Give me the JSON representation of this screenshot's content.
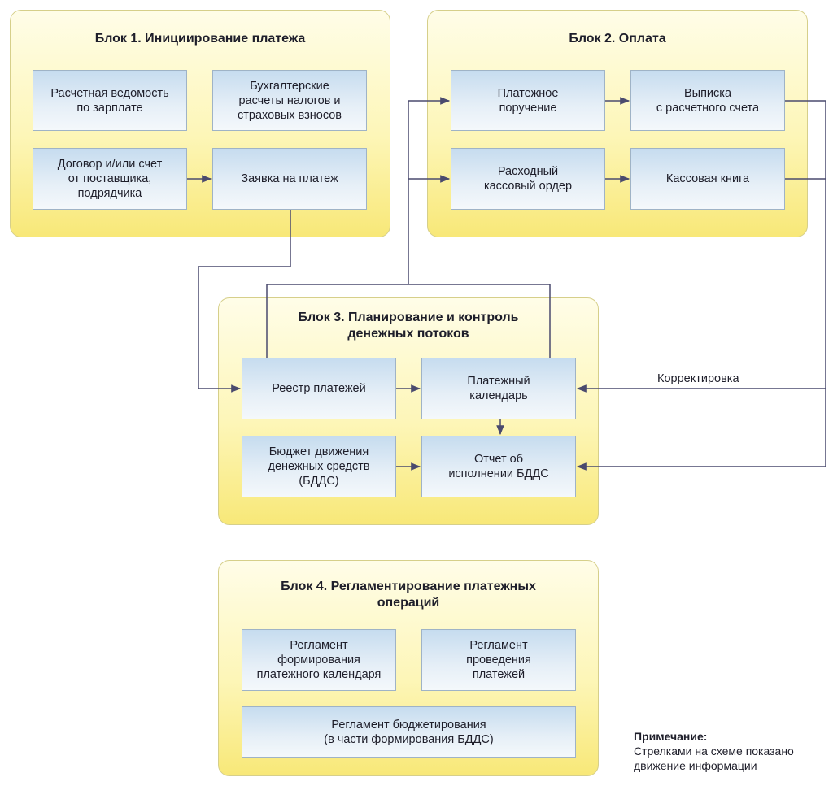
{
  "blocks": {
    "b1": {
      "title": "Блок 1. Инициирование платежа",
      "boxes": {
        "payroll": "Расчетная ведомость\nпо зарплате",
        "tax": "Бухгалтерские\nрасчеты налогов и\nстраховых взносов",
        "contract": "Договор и/или счет\nот поставщика,\nподрядчика",
        "request": "Заявка на платеж"
      }
    },
    "b2": {
      "title": "Блок 2. Оплата",
      "boxes": {
        "payment_order": "Платежное\nпоручение",
        "statement": "Выписка\nс расчетного счета",
        "cash_order": "Расходный\nкассовый ордер",
        "cash_book": "Кассовая книга"
      }
    },
    "b3": {
      "title": "Блок 3. Планирование и контроль\nденежных потоков",
      "boxes": {
        "registry": "Реестр платежей",
        "calendar": "Платежный\nкалендарь",
        "budget": "Бюджет движения\nденежных средств\n(БДДС)",
        "report": "Отчет об\nисполнении БДДС"
      }
    },
    "b4": {
      "title": "Блок 4. Регламентирование платежных\nопераций",
      "boxes": {
        "reg_calendar": "Регламент\nформирования\nплатежного календаря",
        "reg_payments": "Регламент\nпроведения\nплатежей",
        "reg_budget": "Регламент бюджетирования\n(в части формирования БДДС)"
      }
    }
  },
  "correction_label": "Корректировка",
  "note": {
    "title": "Примечание:",
    "line1": "Стрелками на схеме показано",
    "line2": "движение информации"
  },
  "colors": {
    "block_fill": "#fdf6b8",
    "box_fill": "#d7e6f3",
    "arrow": "#4a4a6e"
  }
}
